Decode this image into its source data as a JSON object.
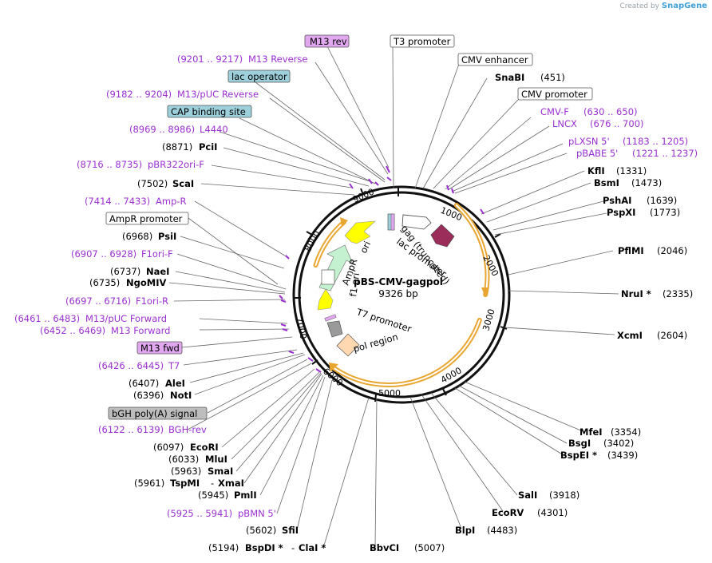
{
  "brand": {
    "prefix": "Created by",
    "name": "SnapGene"
  },
  "plasmid": {
    "name": "pBS-CMV-gagpol",
    "length_label": "9326 bp",
    "length": 9326
  },
  "ticks": [
    "1000",
    "2000",
    "3000",
    "4000",
    "5000",
    "6000",
    "7000",
    "8000",
    "9000"
  ],
  "inner_features": {
    "ori": "ori",
    "ampr": "AmpR",
    "f1ori": "f1 ori",
    "gag": "gag (truncated)",
    "lac": "lac promoter",
    "t7": "T7 promoter",
    "pol": "pol region"
  },
  "labels": {
    "m13rev": "M13 rev",
    "t3": "T3 promoter",
    "m13reverse_pos": "(9201 .. 9217)",
    "m13reverse": "M13 Reverse",
    "cmvenh": "CMV enhancer",
    "snabi": "SnaBI",
    "snabi_pos": "(451)",
    "lacop": "lac operator",
    "m13puc_pos": "(9182 .. 9204)",
    "m13puc": "M13/pUC Reverse",
    "cmvprom": "CMV promoter",
    "cap": "CAP binding site",
    "cmvf": "CMV-F",
    "cmvf_pos": "(630 .. 650)",
    "l4440_pos": "(8969 .. 8986)",
    "l4440": "L4440",
    "lncx": "LNCX",
    "lncx_pos": "(676 .. 700)",
    "pcii_pos": "(8871)",
    "pcii": "PciI",
    "plxsn": "pLXSN 5'",
    "plxsn_pos": "(1183 .. 1205)",
    "pbabe": "pBABE 5'",
    "pbabe_pos": "(1221 .. 1237)",
    "pbr_pos": "(8716 .. 8735)",
    "pbr": "pBR322ori-F",
    "kfli": "KflI",
    "kfli_pos": "(1331)",
    "scai_pos": "(7502)",
    "scai": "ScaI",
    "bsmi": "BsmI",
    "bsmi_pos": "(1473)",
    "ampr_p_pos": "(7414 .. 7433)",
    "ampr_p": "Amp-R",
    "pshai": "PshAI",
    "pshai_pos": "(1639)",
    "amprprom": "AmpR promoter",
    "pspxi": "PspXI",
    "pspxi_pos": "(1773)",
    "psii_pos": "(6968)",
    "psii": "PsiI",
    "pflmi": "PflMI",
    "pflmi_pos": "(2046)",
    "f1f_pos": "(6907 .. 6928)",
    "f1f": "F1ori-F",
    "naei_pos": "(6737)",
    "naei": "NaeI",
    "ngomiv_pos": "(6735)",
    "ngomiv": "NgoMIV",
    "nrui": "NruI *",
    "nrui_pos": "(2335)",
    "f1r_pos": "(6697 .. 6716)",
    "f1r": "F1ori-R",
    "m13pucf_pos": "(6461 .. 6483)",
    "m13pucf": "M13/pUC Forward",
    "m13f_pos": "(6452 .. 6469)",
    "m13f": "M13 Forward",
    "xcmi": "XcmI",
    "xcmi_pos": "(2604)",
    "m13fwd": "M13 fwd",
    "t7p_pos": "(6426 .. 6445)",
    "t7p": "T7",
    "alei_pos": "(6407)",
    "alei": "AleI",
    "noti_pos": "(6396)",
    "noti": "NotI",
    "bgh": "bGH poly(A) signal",
    "mfei": "MfeI",
    "mfei_pos": "(3354)",
    "bghrev_pos": "(6122 .. 6139)",
    "bghrev": "BGH-rev",
    "bsgi": "BsgI",
    "bsgi_pos": "(3402)",
    "ecori_pos": "(6097)",
    "ecori": "EcoRI",
    "bspei": "BspEI *",
    "bspei_pos": "(3439)",
    "mlui_pos": "(6033)",
    "mlui": "MluI",
    "smai_pos": "(5963)",
    "smai": "SmaI",
    "tspmi_pos": "(5961)",
    "tspmi": "TspMI",
    "dash1": "-",
    "xmai": "XmaI",
    "pmli_pos": "(5945)",
    "pmli": "PmlI",
    "sali": "SalI",
    "sali_pos": "(3918)",
    "ecorv": "EcoRV",
    "ecorv_pos": "(4301)",
    "pbmn_pos": "(5925 .. 5941)",
    "pbmn": "pBMN 5'",
    "sfii_pos": "(5602)",
    "sfii": "SfiI",
    "blpi": "BlpI",
    "blpi_pos": "(4483)",
    "bspdi_pos": "(5194)",
    "bspdi": "BspDI *",
    "dash2": "-",
    "clai": "ClaI *",
    "bbvci": "BbvCI",
    "bbvci_pos": "(5007)"
  },
  "colors": {
    "primer": "#9b30d0",
    "cds_orange": "#e8a631",
    "ori_yellow": "#ffff00",
    "ampr_green": "#c4f2d0",
    "gag_maroon": "#9b2d5a",
    "lacop_teal": "#9ed0dc",
    "m13_lilac": "#e2a8ef",
    "t7_gray": "#9a9a9a",
    "pol_peach": "#ffd8b2"
  }
}
